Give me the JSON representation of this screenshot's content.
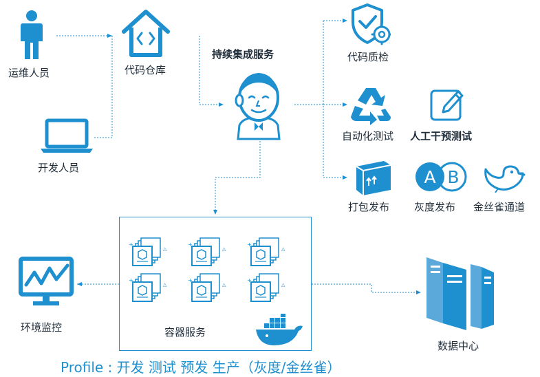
{
  "nodes": {
    "ops": "运维人员",
    "dev": "开发人员",
    "repo": "代码仓库",
    "ci": "持续集成服务",
    "quality": "代码质检",
    "autotest": "自动化测试",
    "manualtest": "人工干预测试",
    "package": "打包发布",
    "gray": "灰度发布",
    "canary": "金丝雀通道",
    "container": "容器服务",
    "monitor": "环境监控",
    "datacenter": "数据中心"
  },
  "icon_text": {
    "ab_left": "A",
    "ab_right": "B"
  },
  "footer": {
    "profile": "Profile : 开发 测试 预发  生产（灰度/金丝雀）"
  },
  "colors": {
    "accent": "#1e8fcf",
    "text": "#1f2d3a"
  },
  "icons": [
    "person-icon",
    "laptop-icon",
    "repo-house-icon",
    "jenkins-icon",
    "shield-gear-icon",
    "recycle-icon",
    "edit-icon",
    "box-icon",
    "ab-icon",
    "bird-icon",
    "container-stack-icon",
    "docker-whale-icon",
    "monitor-icon",
    "server-icon"
  ]
}
